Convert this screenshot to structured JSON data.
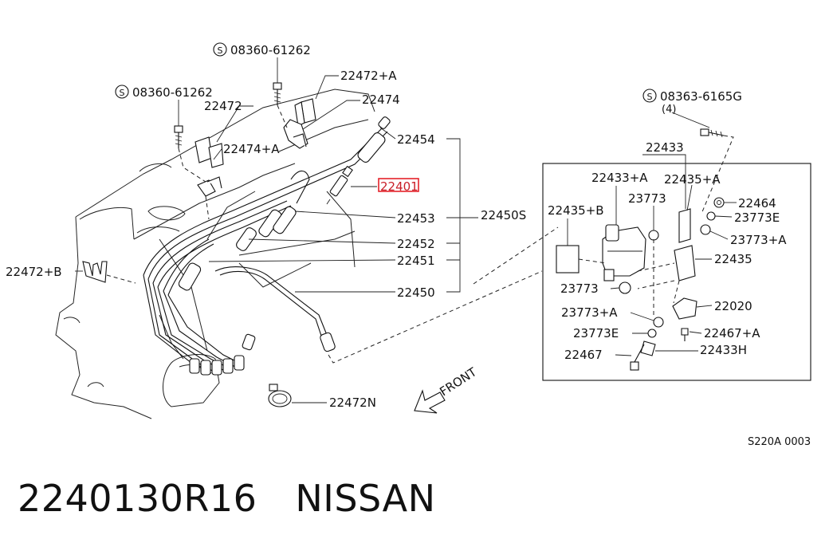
{
  "diagram": {
    "labels": {
      "bolt_top": "08360-61262",
      "bolt_left": "08360-61262",
      "clip_22472A": "22472+A",
      "clip_22472": "22472",
      "clip_22474": "22474",
      "clip_22474A": "22474+A",
      "cable_22454": "22454",
      "plug_22401": "22401",
      "cable_22453": "22453",
      "cable_set": "22450S",
      "cable_22452": "22452",
      "cable_22451": "22451",
      "cable_22450": "22450",
      "clip_22472B": "22472+B",
      "clip_22472N": "22472N",
      "front": "FRONT",
      "bolt_right": "08363-6165G",
      "bolt_right_qty": "(4)",
      "coil_22433": "22433",
      "coil_22433A": "22433+A",
      "bracket_22435A": "22435+A",
      "bracket_22435B": "22435+B",
      "nut_23773_top": "23773",
      "nut_22464": "22464",
      "washer_23773E_top": "23773E",
      "washer_23773A_top": "23773+A",
      "bracket_22435": "22435",
      "nut_23773_bottom": "23773",
      "cover_22020": "22020",
      "washer_23773A_bottom": "23773+A",
      "bolt_22467A": "22467+A",
      "washer_23773E_bottom": "23773E",
      "bolt_22433H": "22433H",
      "bolt_22467": "22467",
      "ref_code": "S220A 0003"
    },
    "highlight_color": "#e4222a"
  },
  "footer": {
    "part_number": "2240130R16",
    "brand": "NISSAN"
  }
}
